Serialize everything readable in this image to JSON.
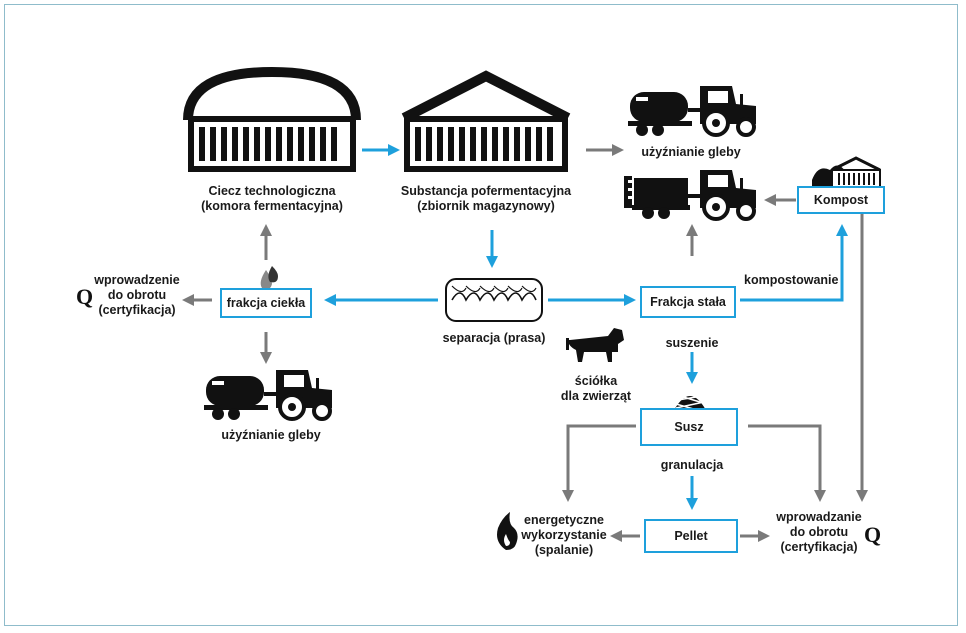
{
  "colors": {
    "blue": "#1ea0dc",
    "gray": "#7a7a7a",
    "black": "#111111",
    "border": "#8fbccb"
  },
  "nodes": {
    "ciecz": {
      "line1": "Ciecz technologiczna",
      "line2": "(komora fermentacyjna)"
    },
    "substancja": {
      "line1": "Substancja pofermentacyjna",
      "line2": "(zbiornik magazynowy)"
    },
    "uzyznianie_top": "użyźnianie gleby",
    "kompost": "Kompost",
    "kompostowanie": "kompostowanie",
    "wprowadzenie_left": {
      "line1": "wprowadzenie",
      "line2": "do obrotu",
      "line3": "(certyfikacja)"
    },
    "frakcja_ciekla": "frakcja ciekła",
    "separacja": "separacja (prasa)",
    "frakcja_stala": "Frakcja stała",
    "uzyznianie_bottom": "użyźnianie gleby",
    "sciolka": {
      "line1": "ściółka",
      "line2": "dla zwierząt"
    },
    "suszenie": "suszenie",
    "susz": "Susz",
    "granulacja": "granulacja",
    "energetyczne": {
      "line1": "energetyczne",
      "line2": "wykorzystanie",
      "line3": "(spalanie)"
    },
    "pellet": "Pellet",
    "wprowadzanie_right": {
      "line1": "wprowadzanie",
      "line2": "do obrotu",
      "line3": "(certyfikacja)"
    },
    "q_left": "Q",
    "q_right": "Q"
  },
  "icons": [
    "dome-digester-icon",
    "storage-tank-icon",
    "tanker-tractor-icon",
    "spreader-tractor-icon",
    "compost-shed-icon",
    "liquid-drops-icon",
    "screw-press-icon",
    "cow-icon",
    "dried-pile-icon",
    "flame-icon"
  ]
}
